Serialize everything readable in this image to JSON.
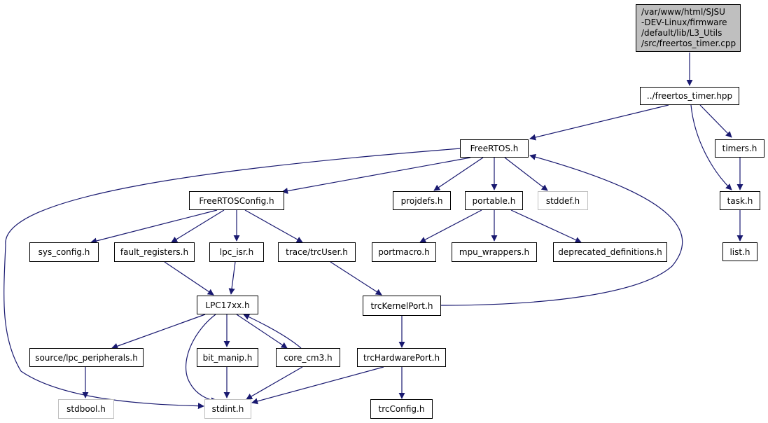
{
  "diagram": {
    "root": {
      "lines": [
        "/var/www/html/SJSU",
        "-DEV-Linux/firmware",
        "/default/lib/L3_Utils",
        "/src/freertos_timer.cpp"
      ]
    },
    "nodes": {
      "freertos_timer_hpp": "../freertos_timer.hpp",
      "freertos_h": "FreeRTOS.h",
      "timers_h": "timers.h",
      "task_h": "task.h",
      "list_h": "list.h",
      "freertosconfig_h": "FreeRTOSConfig.h",
      "projdefs_h": "projdefs.h",
      "portable_h": "portable.h",
      "stddef_h": "stddef.h",
      "sys_config_h": "sys_config.h",
      "fault_registers_h": "fault_registers.h",
      "lpc_isr_h": "lpc_isr.h",
      "trcuser_h": "trace/trcUser.h",
      "portmacro_h": "portmacro.h",
      "mpu_wrappers_h": "mpu_wrappers.h",
      "deprecated_definitions_h": "deprecated_definitions.h",
      "lpc17xx_h": "LPC17xx.h",
      "trckernelport_h": "trcKernelPort.h",
      "lpc_peripherals_h": "source/lpc_peripherals.h",
      "bit_manip_h": "bit_manip.h",
      "core_cm3_h": "core_cm3.h",
      "trchardwareport_h": "trcHardwarePort.h",
      "stdbool_h": "stdbool.h",
      "stdint_h": "stdint.h",
      "trcconfig_h": "trcConfig.h"
    },
    "colors": {
      "edge": "#191970",
      "root_fill": "#bfbfbf",
      "node_border": "#000000",
      "external_border": "#bfbfbf"
    }
  }
}
